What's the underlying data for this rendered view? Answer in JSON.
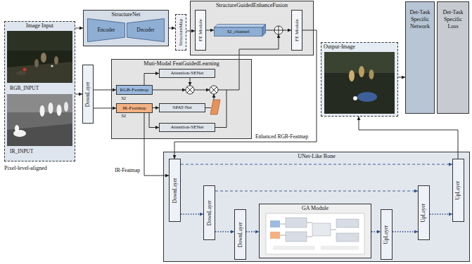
{
  "diagram": {
    "nodes": [
      {
        "text": [
          "Image Input"
        ]
      },
      {
        "text": [
          "StructureNet"
        ]
      },
      {
        "text": [
          "Encoder"
        ],
        "in": 1
      },
      {
        "text": [
          "Decoder"
        ],
        "in": 1
      },
      {
        "text": [
          "StructureMap"
        ]
      },
      {
        "text": [
          "StructureGuidedEnhanceFusion"
        ]
      },
      {
        "text": [
          "FE Module"
        ],
        "in": 5
      },
      {
        "text": [
          "32_channel"
        ],
        "in": 5
      },
      {
        "text": [
          "FE Module"
        ],
        "in": 5
      },
      {
        "text": [
          "DownLayer"
        ]
      },
      {
        "text": [
          "Muti-Modal FeatGuidedLearning"
        ]
      },
      {
        "text": [
          "Attention-SENet"
        ],
        "in": 10
      },
      {
        "text": [
          "RGB-Featmap"
        ],
        "in": 10
      },
      {
        "text": [
          "IR-Featmap"
        ],
        "in": 10
      },
      {
        "text": [
          "SPAT-Net"
        ],
        "in": 10
      },
      {
        "text": [
          "Attention-SENet"
        ],
        "in": 10
      },
      {
        "text": [
          "Output-Image"
        ]
      },
      {
        "text": [
          "Det-Task Specific Network"
        ]
      },
      {
        "text": [
          "Det-Task Specific Loss"
        ]
      },
      {
        "text": [
          "UNet-Like Bone"
        ]
      },
      {
        "text": [
          "DownLayer"
        ],
        "in": 19
      },
      {
        "text": [
          "DownLayer"
        ],
        "in": 19
      },
      {
        "text": [
          "DownLayer"
        ],
        "in": 19
      },
      {
        "text": [
          "GA Module"
        ],
        "in": 19
      },
      {
        "text": [
          "UpLayer"
        ],
        "in": 19
      },
      {
        "text": [
          "UpLayer"
        ],
        "in": 19
      },
      {
        "text": [
          "UpLayer"
        ],
        "in": 19
      }
    ],
    "edges": [
      {
        "from": 0,
        "to": 1,
        "arrow": "to"
      },
      {
        "from": 0,
        "to": 9,
        "arrow": "to"
      },
      {
        "from": 1,
        "to": 4,
        "arrow": "to"
      },
      {
        "from": 4,
        "to": 6,
        "arrow": "to"
      },
      {
        "from": 6,
        "to": 7,
        "arrow": "to"
      },
      {
        "from": 7,
        "to": 8,
        "arrow": "to"
      },
      {
        "from": 9,
        "to": 12,
        "arrow": "to"
      },
      {
        "from": 9,
        "to": 13,
        "arrow": "to"
      },
      {
        "from": 12,
        "to": 11,
        "arrow": "to"
      },
      {
        "from": 13,
        "to": 14,
        "arrow": "to"
      },
      {
        "from": 13,
        "to": 15,
        "arrow": "to"
      },
      {
        "from": 8,
        "to": 20,
        "label": "Enhanced RGB-Featmap",
        "arrow": "to"
      },
      {
        "from": 13,
        "to": 20,
        "label": "IR-Featmap",
        "arrow": "to"
      },
      {
        "from": 20,
        "to": 21,
        "arrow": "to"
      },
      {
        "from": 21,
        "to": 22,
        "arrow": "to"
      },
      {
        "from": 22,
        "to": 23,
        "arrow": "to"
      },
      {
        "from": 23,
        "to": 24,
        "arrow": "to"
      },
      {
        "from": 24,
        "to": 25,
        "arrow": "to"
      },
      {
        "from": 25,
        "to": 26,
        "arrow": "to"
      },
      {
        "from": 20,
        "to": 26,
        "arrow": "to"
      },
      {
        "from": 21,
        "to": 25,
        "arrow": "to"
      },
      {
        "from": 26,
        "to": 16,
        "arrow": "to"
      },
      {
        "from": 16,
        "to": 17,
        "arrow": "to"
      }
    ],
    "labels": [
      "RGB_INPUT",
      "IR_INPUT",
      "Pixel-level-aligned",
      "32",
      "32"
    ]
  }
}
